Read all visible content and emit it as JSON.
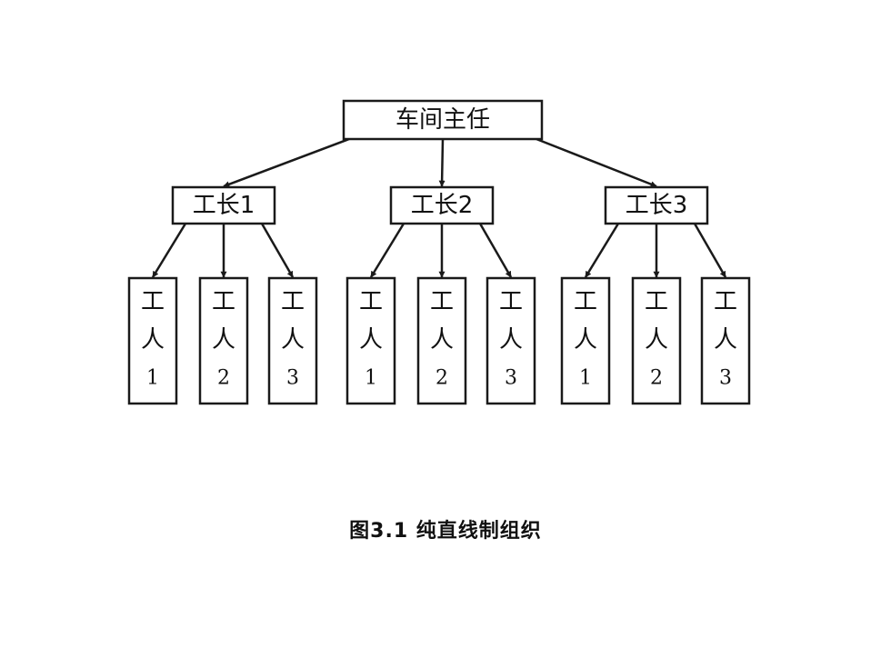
{
  "diagram": {
    "root": {
      "label": "车间主任"
    },
    "foremen": [
      {
        "label": "工长1",
        "workers": [
          {
            "char1": "工",
            "char2": "人",
            "num": "1"
          },
          {
            "char1": "工",
            "char2": "人",
            "num": "2"
          },
          {
            "char1": "工",
            "char2": "人",
            "num": "3"
          }
        ]
      },
      {
        "label": "工长2",
        "workers": [
          {
            "char1": "工",
            "char2": "人",
            "num": "1"
          },
          {
            "char1": "工",
            "char2": "人",
            "num": "2"
          },
          {
            "char1": "工",
            "char2": "人",
            "num": "3"
          }
        ]
      },
      {
        "label": "工长3",
        "workers": [
          {
            "char1": "工",
            "char2": "人",
            "num": "1"
          },
          {
            "char1": "工",
            "char2": "人",
            "num": "2"
          },
          {
            "char1": "工",
            "char2": "人",
            "num": "3"
          }
        ]
      }
    ]
  },
  "caption": "图3.1  纯直线制组织"
}
